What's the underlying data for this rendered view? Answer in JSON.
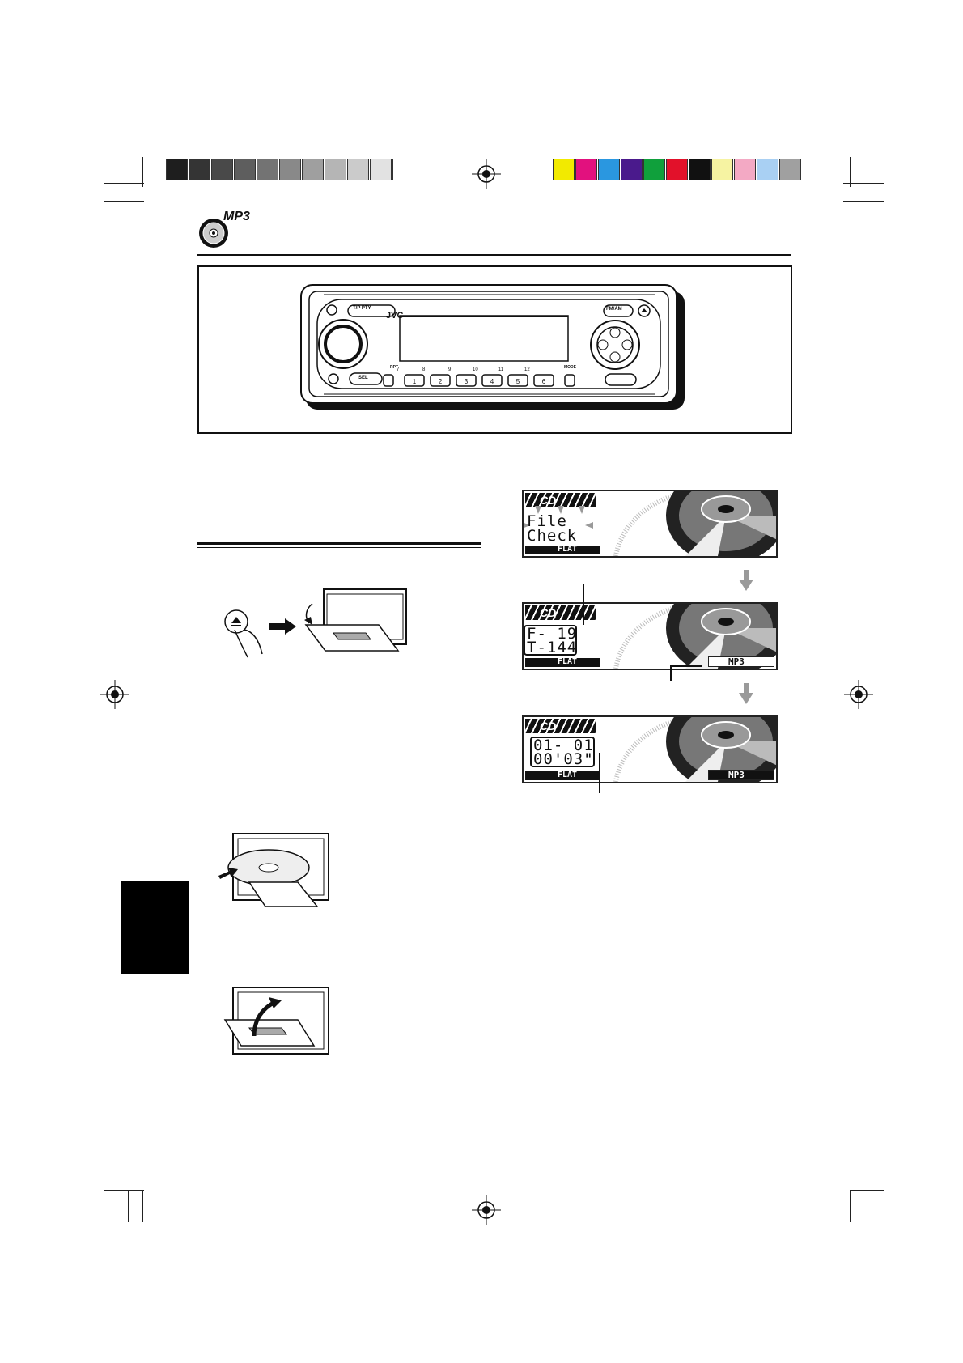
{
  "header": {
    "mp3_badge": "MP3",
    "calibration_colors": {
      "grayscale": [
        "#1e1e1e",
        "#343434",
        "#494949",
        "#5e5e5e",
        "#737373",
        "#898989",
        "#9f9f9f",
        "#b5b5b5",
        "#cbcbcb",
        "#e2e2e2",
        "#ffffff"
      ],
      "color": [
        "#f2ea00",
        "#e2117e",
        "#2a97e0",
        "#4a1a8c",
        "#10a03c",
        "#e2112a",
        "#111111",
        "#f6f3a2",
        "#f3a9c4",
        "#a9d0f3",
        "#a0a0a0"
      ]
    }
  },
  "unit": {
    "brand": "JVC",
    "dsp_button": "T/P PTY",
    "frame_button": "FM/AM",
    "sel_button": "SEL",
    "mode_label": "MODE",
    "rpt_label": "RPT",
    "preset_numbers": [
      "1",
      "2",
      "3",
      "4",
      "5",
      "6"
    ],
    "preset_top_labels": [
      "7",
      "8",
      "9",
      "10",
      "11",
      "12"
    ]
  },
  "displays": {
    "check": {
      "logo": "CD",
      "line1": "File",
      "line2": "Check",
      "eq": "FLAT"
    },
    "count": {
      "logo": "CD",
      "line1": "F- 19",
      "line2": "T-144",
      "eq": "FLAT",
      "tag": "MP3"
    },
    "play": {
      "logo": "CD",
      "line1": "01- 01",
      "line2": "00'03\"",
      "eq": "FLAT",
      "tag": "MP3"
    }
  }
}
